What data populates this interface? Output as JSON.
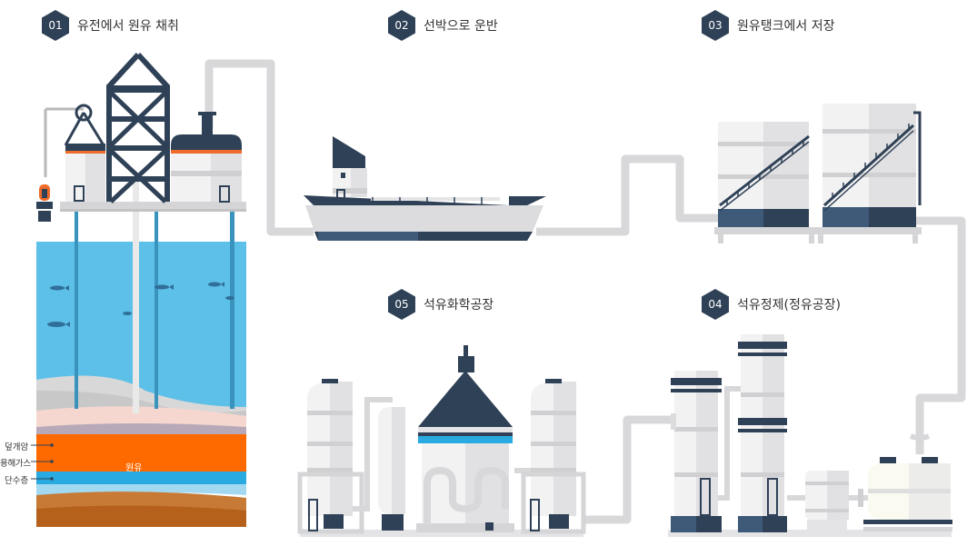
{
  "steps": [
    {
      "num": "01",
      "label": "유전에서 원유 채취"
    },
    {
      "num": "02",
      "label": "선박으로 운반"
    },
    {
      "num": "03",
      "label": "원유탱크에서 저장"
    },
    {
      "num": "05",
      "label": "석유화학공장"
    },
    {
      "num": "04",
      "label": "석유정제(정유공장)"
    }
  ],
  "layers": {
    "cap_rock": "덮개암",
    "gas": "용해가스",
    "crude": "원유",
    "water": "단수층"
  },
  "colors": {
    "navy": "#2f4156",
    "pipe": "#d9d9db",
    "sea": "#5dc0e8",
    "crude": "#ff6a00",
    "water_layer": "#29aae1",
    "earth": "#b5611c"
  }
}
